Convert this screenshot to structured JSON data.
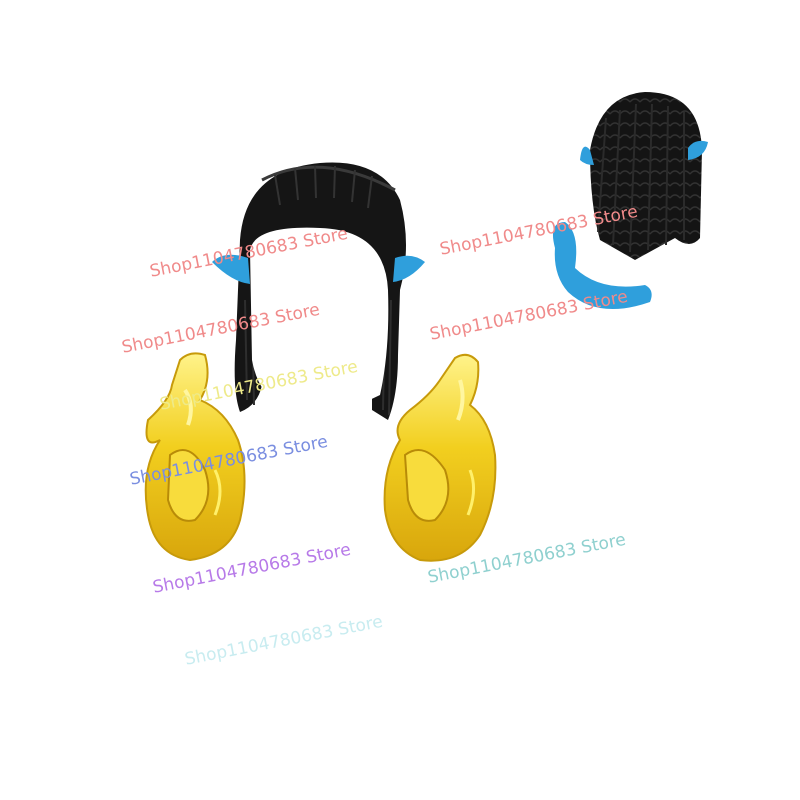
{
  "image": {
    "description_colors": {
      "hair": "#141414",
      "hair_highlight": "#2e2e2e",
      "skin_blue": "#2f9fdc",
      "flame_yellow": "#f2cf1f",
      "flame_light": "#fff06a",
      "flame_dark": "#c79a0a"
    }
  },
  "watermarks": [
    {
      "text": "Shop1104780683 Store",
      "color": "#f08a8a"
    },
    {
      "text": "Shop1104780683 Store",
      "color": "#f08a8a"
    },
    {
      "text": "Shop1104780683 Store",
      "color": "#f08a8a"
    },
    {
      "text": "Shop1104780683 Store",
      "color": "#eeea8a"
    },
    {
      "text": "Shop1104780683 Store",
      "color": "#f08a8a"
    },
    {
      "text": "Shop1104780683 Store",
      "color": "#7a8ee0"
    },
    {
      "text": "Shop1104780683 Store",
      "color": "#b77ae8"
    },
    {
      "text": "Shop1104780683 Store",
      "color": "#8fd0cf"
    },
    {
      "text": "Shop1104780683 Store",
      "color": "#c8ecf0"
    }
  ]
}
